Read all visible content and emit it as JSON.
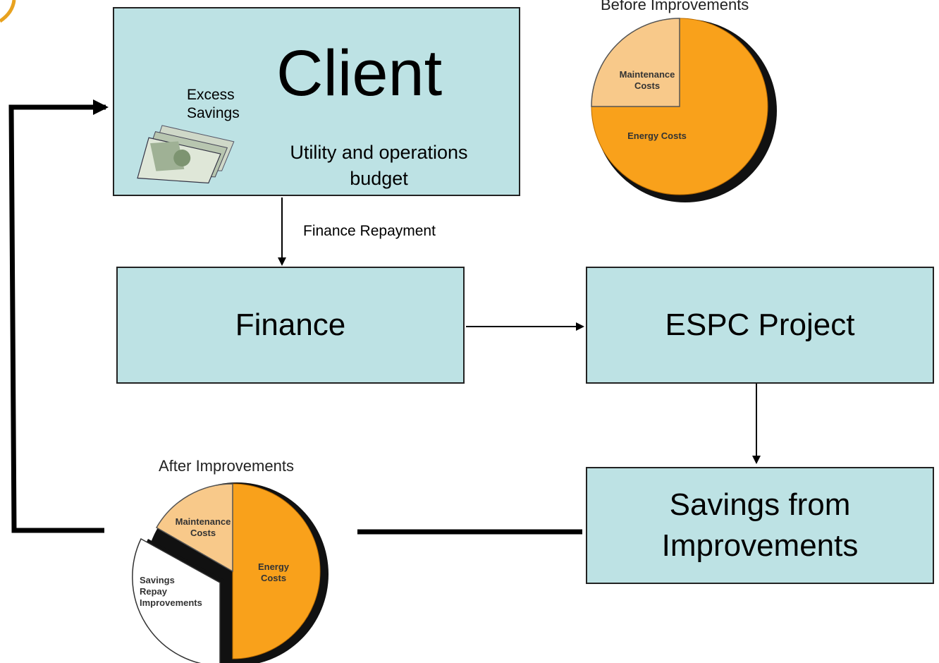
{
  "client": {
    "title": "Client",
    "excess_savings": "Excess Savings",
    "budget": "Utility and operations budget"
  },
  "finance": {
    "label": "Finance"
  },
  "espc": {
    "label": "ESPC Project"
  },
  "savings": {
    "line1": "Savings from",
    "line2": "Improvements"
  },
  "arrows": {
    "finance_repayment": "Finance Repayment"
  },
  "pie_before": {
    "title": "Before Improvements",
    "slices": [
      {
        "label_line1": "Maintenance",
        "label_line2": "Costs"
      },
      {
        "label_line1": "Energy Costs",
        "label_line2": ""
      }
    ]
  },
  "pie_after": {
    "title": "After Improvements",
    "slices": [
      {
        "label_line1": "Maintenance",
        "label_line2": "Costs",
        "label_line3": ""
      },
      {
        "label_line1": "Energy",
        "label_line2": "Costs",
        "label_line3": ""
      },
      {
        "label_line1": "Savings",
        "label_line2": "Repay",
        "label_line3": "Improvements"
      }
    ]
  },
  "colors": {
    "box_fill": "#bde2e4",
    "energy": "#f9a11b",
    "maintenance": "#f8c98a",
    "savings": "#ffffff",
    "shadow": "#111111"
  },
  "icons": {
    "money": "money-stack-icon"
  }
}
